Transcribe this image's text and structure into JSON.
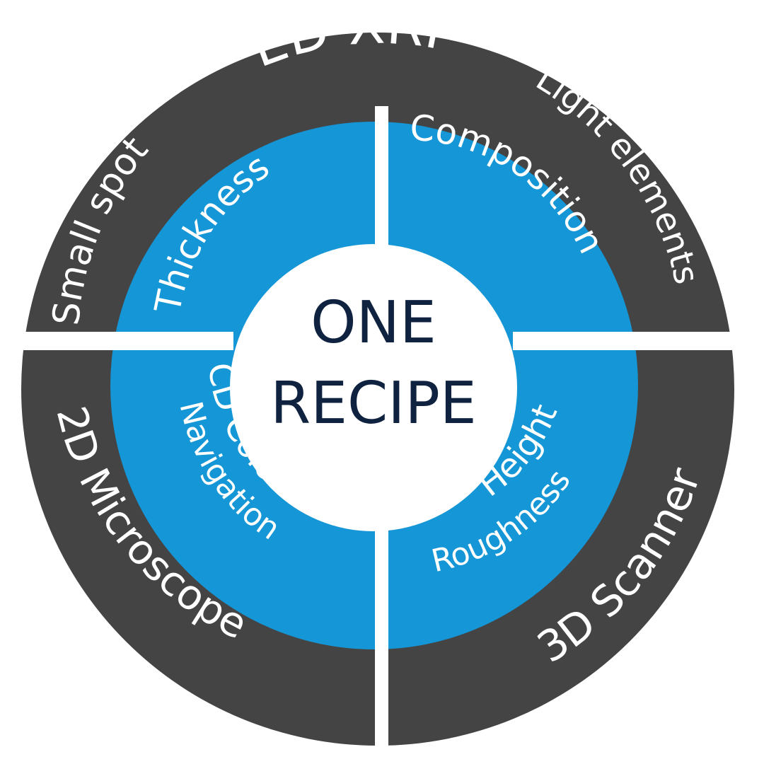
{
  "colors": {
    "outer_ring": "#444444",
    "inner_ring": "#1596d6",
    "center_fill": "#ffffff",
    "center_text": "#0f2340",
    "separator": "#ffffff",
    "label": "#ffffff"
  },
  "center": {
    "line1": "ONE",
    "line2": "RECIPE"
  },
  "inner": {
    "thickness": "Thickness",
    "composition": "Composition",
    "cd_color": "CD Color",
    "navigation": "Navigation",
    "height": "Height",
    "roughness": "Roughness"
  },
  "outer": {
    "small_spot": "Small spot",
    "edxrf": "ED-XRF",
    "light_elements": "Light elements",
    "microscope_2d": "2D Microscope",
    "scanner_3d": "3D Scanner"
  }
}
